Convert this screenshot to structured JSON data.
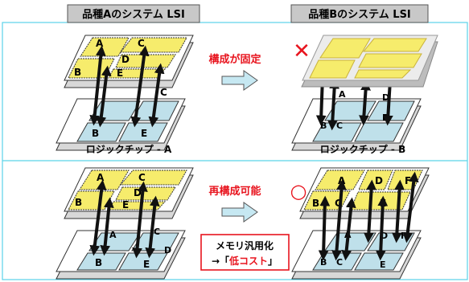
{
  "diagram": {
    "header_a": "品種Aのシステム LSI",
    "header_b": "品種Bのシステム LSI",
    "caption_a": "ロジックチップ - A",
    "caption_b": "ロジックチップ - B",
    "fixed_label": "構成が固定",
    "reconfig_label": "再構成可能",
    "callout_line1": "メモリ汎用化",
    "callout_line2_prefix": "→「",
    "callout_line2_highlight": "低コスト",
    "callout_line2_suffix": "」",
    "blocks": {
      "a": "A",
      "b": "B",
      "c": "C",
      "d": "D",
      "e": "E",
      "f": "F"
    },
    "x_mark": "✕",
    "o_mark": "○"
  },
  "colors": {
    "frame": "#5bd3e8",
    "header_bg": "#c8c8c8",
    "yellow": "#f6ec6c",
    "blue": "#bfe0ea",
    "red": "#e8141e",
    "arrow_fill": "#c6e8f2",
    "overlay": "#ececec"
  }
}
